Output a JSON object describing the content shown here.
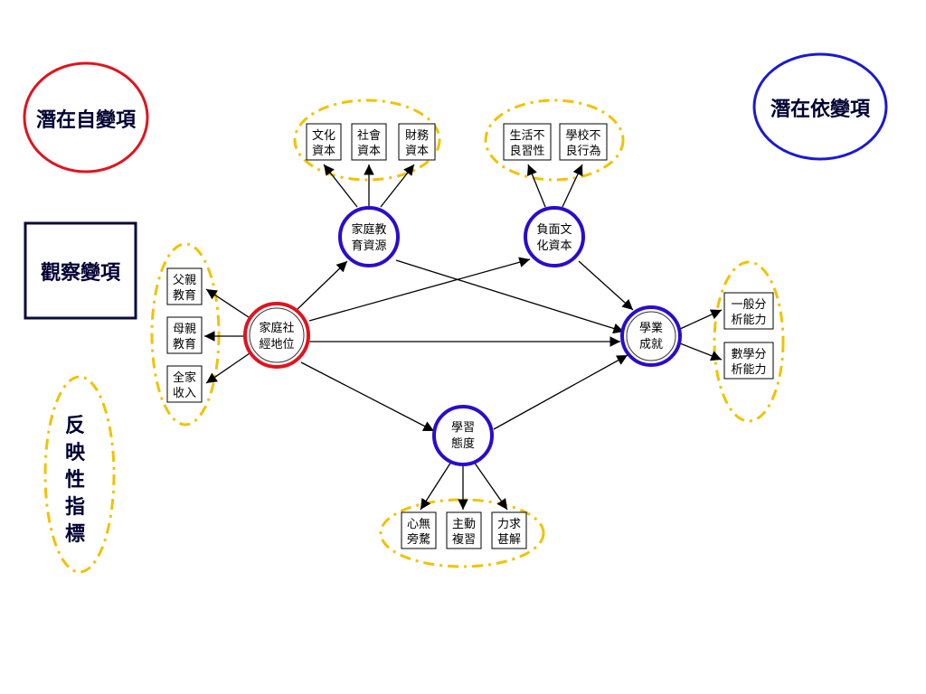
{
  "legend": {
    "latent_independent": "潛在自變項",
    "latent_dependent": "潛在依變項",
    "observed": "觀察變項",
    "reflective": [
      "反",
      "映",
      "性",
      "指",
      "標"
    ]
  },
  "latent": {
    "ses": [
      "家庭社",
      "經地位"
    ],
    "family_edu_resource": [
      "家庭教",
      "育資源"
    ],
    "negative_cultural": [
      "負面文",
      "化資本"
    ],
    "attitude": [
      "學習",
      "態度"
    ],
    "achievement": [
      "學業",
      "成就"
    ]
  },
  "indicators": {
    "ses": [
      [
        "父親",
        "教育"
      ],
      [
        "母親",
        "教育"
      ],
      [
        "全家",
        "收入"
      ]
    ],
    "family_edu_resource": [
      [
        "文化",
        "資本"
      ],
      [
        "社會",
        "資本"
      ],
      [
        "財務",
        "資本"
      ]
    ],
    "negative_cultural": [
      [
        "生活不",
        "良習性"
      ],
      [
        "學校不",
        "良行為"
      ]
    ],
    "attitude": [
      [
        "心無",
        "旁騖"
      ],
      [
        "主動",
        "複習"
      ],
      [
        "力求",
        "甚解"
      ]
    ],
    "achievement": [
      [
        "一般分",
        "析能力"
      ],
      [
        "數學分",
        "析能力"
      ]
    ]
  },
  "colors": {
    "latent_independent": "#e0141e",
    "latent_dependent": "#2a0ccc",
    "legend_dependent": "#1a1ad0",
    "observed_border": "#0a0a3a",
    "indicator_group": "#f2c200",
    "legend_text": "#000033"
  }
}
